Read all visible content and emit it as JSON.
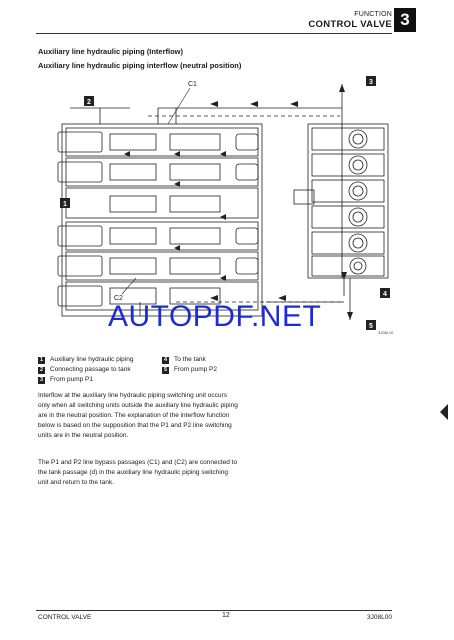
{
  "header": {
    "section": "FUNCTION",
    "title": "CONTROL VALVE",
    "chapter": "3"
  },
  "section": {
    "title": "Auxiliary line hydraulic piping (Interflow)",
    "subtitle": "Auxiliary line hydraulic piping interflow (neutral position)"
  },
  "diagram": {
    "callout_c1": "C1",
    "callout_c2": "C2",
    "badge_1": "1",
    "badge_2": "2",
    "badge_3": "3",
    "badge_4": "4",
    "badge_5": "5",
    "figure_code": "3J08L10"
  },
  "watermark": "AUTOPDF.NET",
  "legend": [
    {
      "num": "1",
      "text": "Auxiliary line hydraulic piping"
    },
    {
      "num": "2",
      "text": "Connecting passage to tank"
    },
    {
      "num": "3",
      "text": "From pump P1"
    },
    {
      "num": "4",
      "text": "To the tank"
    },
    {
      "num": "5",
      "text": "From pump P2"
    }
  ],
  "body": {
    "paragraph1": "Interflow at the auxiliary line hydraulic piping switching unit occurs only when all switching units outside the auxiliary line hydraulic piping are in the neutral position. The explanation of the interflow function below is based on the supposition that the P1 and P2 line switching units are in the neutral position.",
    "paragraph2": "The P1 and P2 line bypass passages (C1) and (C2) are connected to the tank passage (d) in the auxiliary line hydraulic piping switching unit and return to the tank."
  },
  "footer": {
    "left": "CONTROL VALVE",
    "page": "12",
    "code": "3J08L00"
  }
}
